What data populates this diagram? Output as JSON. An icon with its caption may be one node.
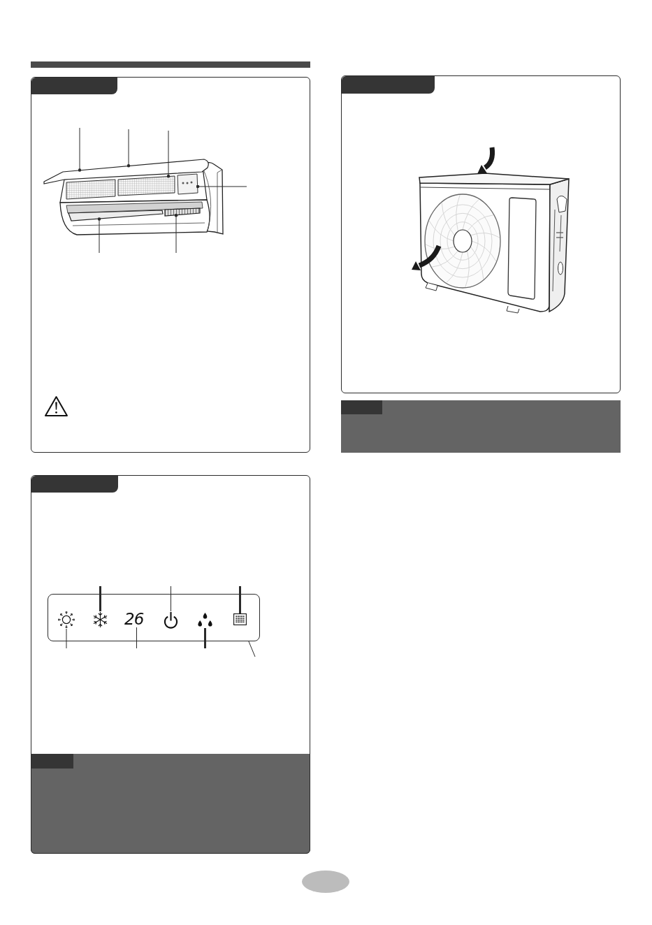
{
  "diagram": {
    "nodes": [
      {
        "text": [],
        "shape": "picture"
      },
      {
        "text": [],
        "shape": "picture"
      },
      {
        "text": [],
        "shape": "picture"
      },
      {
        "text": [],
        "shape": "picture"
      },
      {
        "text": [],
        "shape": "picture"
      },
      {
        "text": [],
        "shape": "box"
      },
      {
        "text": [],
        "shape": "sun",
        "in": 5
      },
      {
        "text": [],
        "shape": "snowflake",
        "in": 5
      },
      {
        "text": [
          "26"
        ],
        "in": 5
      },
      {
        "text": [],
        "shape": "power",
        "in": 5
      },
      {
        "text": [],
        "shape": "drops",
        "in": 5
      },
      {
        "text": [],
        "shape": "grid",
        "in": 5
      }
    ],
    "edges": [
      {
        "from": null,
        "to": 0,
        "arrow": "other"
      },
      {
        "from": null,
        "to": 0,
        "arrow": "other"
      },
      {
        "from": null,
        "to": 1,
        "arrow": "other"
      },
      {
        "from": null,
        "to": 2,
        "arrow": "other"
      },
      {
        "from": null,
        "to": 3,
        "arrow": "other"
      },
      {
        "from": null,
        "to": 4,
        "arrow": "other"
      },
      {
        "from": null,
        "to": 7,
        "arrow": "none",
        "style": "thick"
      },
      {
        "from": null,
        "to": 9,
        "arrow": "none"
      },
      {
        "from": null,
        "to": 11,
        "arrow": "none",
        "style": "thick"
      },
      {
        "from": null,
        "to": 6,
        "arrow": "none"
      },
      {
        "from": null,
        "to": 8,
        "arrow": "none"
      },
      {
        "from": null,
        "to": 10,
        "arrow": "none",
        "style": "thick"
      },
      {
        "from": null,
        "to": 5,
        "arrow": "none"
      }
    ]
  }
}
